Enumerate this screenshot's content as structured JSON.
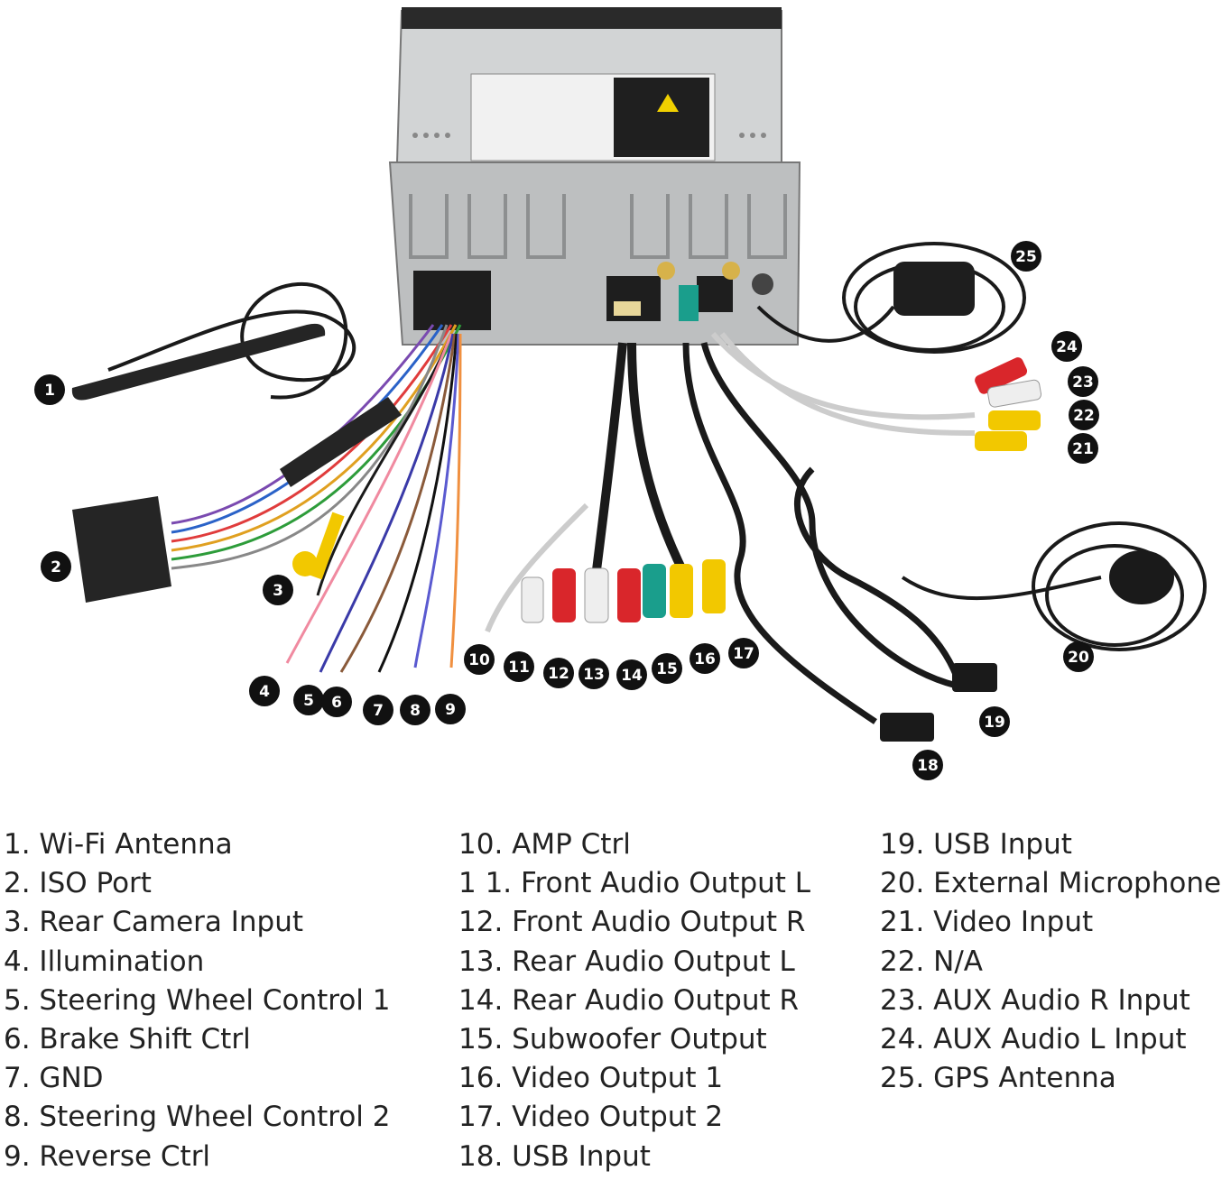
{
  "colors": {
    "badge": "#111111",
    "unit_body": "#c9cbcc",
    "rca_red": "#d9262b",
    "rca_white": "#eeeeee",
    "rca_yellow": "#f2c800",
    "rca_green": "#1a9e8c",
    "cable_black": "#1a1a1a"
  },
  "badges": [
    "1",
    "2",
    "3",
    "4",
    "5",
    "6",
    "7",
    "8",
    "9",
    "10",
    "11",
    "12",
    "13",
    "14",
    "15",
    "16",
    "17",
    "18",
    "19",
    "20",
    "21",
    "22",
    "23",
    "24",
    "25"
  ],
  "legend": {
    "col1": [
      "1. Wi-Fi Antenna",
      "2. ISO Port",
      "3. Rear Camera Input",
      "4. Illumination",
      "5. Steering Wheel Control 1",
      "6. Brake Shift Ctrl",
      "7. GND",
      "8. Steering Wheel Control 2",
      "9. Reverse Ctrl"
    ],
    "col2": [
      "10. AMP Ctrl",
      "1 1. Front Audio Output L",
      "12. Front Audio Output R",
      "13. Rear Audio Output L",
      "14. Rear Audio Output R",
      "15. Subwoofer Output",
      "16. Video Output 1",
      "17. Video Output 2",
      "18. USB Input"
    ],
    "col3": [
      "19. USB Input",
      "20. External Microphone",
      "21. Video Input",
      "22. N/A",
      "23. AUX Audio R Input",
      "24. AUX Audio L Input",
      "25. GPS Antenna"
    ]
  }
}
